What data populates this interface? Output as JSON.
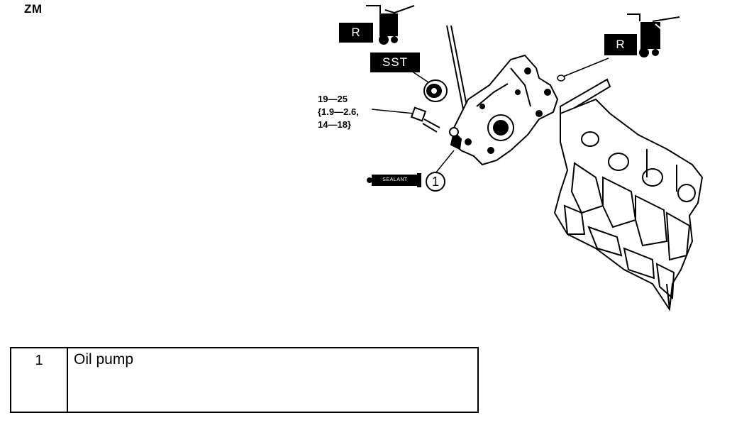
{
  "engine_code": "ZM",
  "callouts": {
    "replace_label_left": "R",
    "replace_label_right": "R",
    "sst_label": "SST",
    "torque_spec": "19—25\n{1.9—2.6,\n14—18}",
    "sealant_label": "SEALANT",
    "part_number": "1"
  },
  "legend": {
    "rows": [
      {
        "number": "1",
        "description": "Oil pump"
      }
    ]
  },
  "icons": [
    "oil-can-icon",
    "sealant-tube-icon",
    "engine-block-illustration",
    "oil-pump-illustration",
    "oil-seal-illustration",
    "bolt-illustration",
    "o-ring-illustration"
  ]
}
